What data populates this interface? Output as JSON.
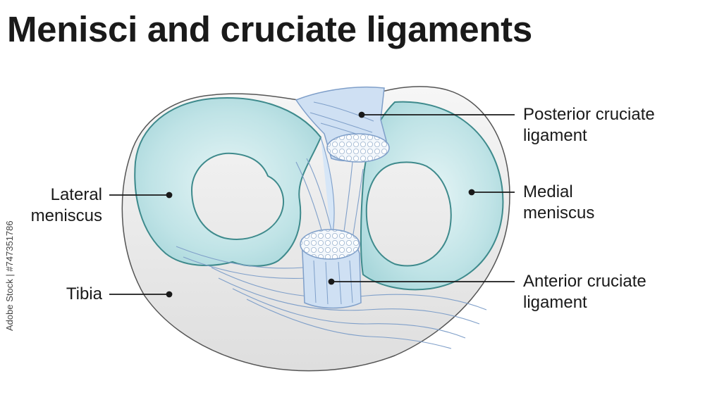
{
  "title": "Menisci and cruciate ligaments",
  "labels": {
    "posterior_cruciate": [
      "Posterior cruciate",
      "ligament"
    ],
    "lateral_meniscus": [
      "Lateral",
      "meniscus"
    ],
    "medial_meniscus": [
      "Medial",
      "meniscus"
    ],
    "tibia": "Tibia",
    "anterior_cruciate": [
      "Anterior cruciate",
      "ligament"
    ]
  },
  "watermark": "Adobe Stock | #747351786",
  "colors": {
    "meniscus_fill": "#bfe3e6",
    "meniscus_edge": "#3e8a8c",
    "tibia_fill": "#efefef",
    "ligament_fill": "#c9dcf2",
    "ligament_stroke": "#7f9fc9",
    "leader": "#1a1a1a"
  }
}
